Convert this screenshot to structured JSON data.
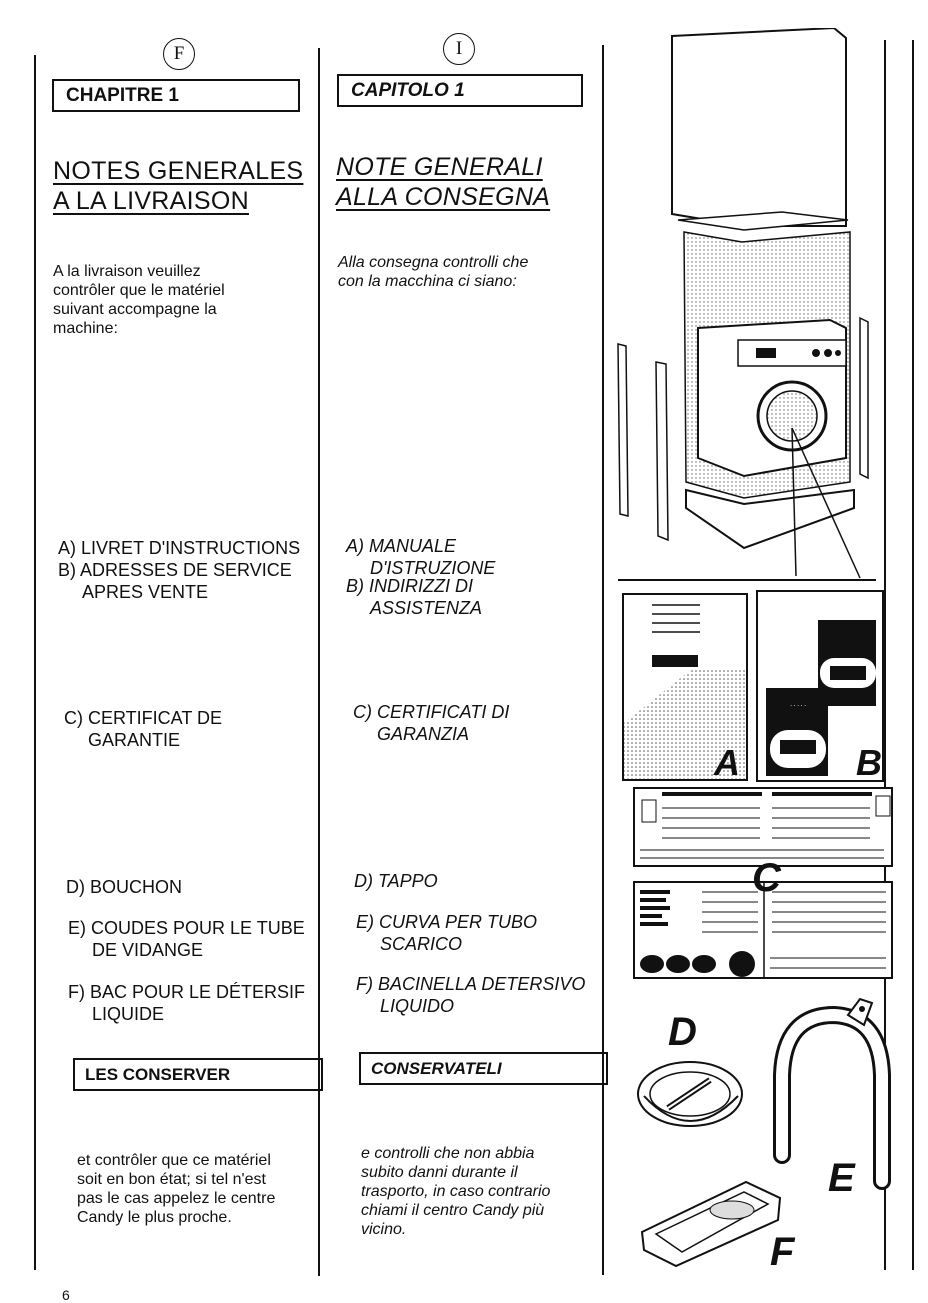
{
  "columns": {
    "fr": {
      "lang_badge": "F",
      "chapter": "CHAPITRE 1",
      "title_line1": "NOTES GENERALES",
      "title_line2": "A LA LIVRAISON",
      "intro": [
        "A la livraison veuillez",
        "contrôler que le matériel",
        "suivant accompagne la",
        "machine:"
      ],
      "items": [
        {
          "main": "A) LIVRET D'INSTRUCTIONS",
          "cont": ""
        },
        {
          "main": "B) ADRESSES DE SERVICE",
          "cont": "APRES VENTE"
        },
        {
          "main": "C) CERTIFICAT DE",
          "cont": "GARANTIE"
        },
        {
          "main": "D) BOUCHON",
          "cont": ""
        },
        {
          "main": "E) COUDES POUR LE TUBE",
          "cont": "DE VIDANGE"
        },
        {
          "main": "F) BAC POUR LE DÉTERSIF",
          "cont": "LIQUIDE"
        }
      ],
      "keep_heading": "LES CONSERVER",
      "outro": [
        "et contrôler que ce matériel",
        "soit en bon état; si tel n'est",
        "pas le cas appelez le centre",
        "Candy le plus proche."
      ]
    },
    "it": {
      "lang_badge": "I",
      "chapter": "CAPITOLO 1",
      "title_line1": "NOTE GENERALI",
      "title_line2": "ALLA CONSEGNA",
      "intro": [
        "Alla consegna controlli che",
        "con la macchina ci siano:"
      ],
      "items": [
        {
          "main": "A) MANUALE",
          "cont": "D'ISTRUZIONE"
        },
        {
          "main": "B) INDIRIZZI DI",
          "cont": "ASSISTENZA"
        },
        {
          "main": "C) CERTIFICATI DI",
          "cont": "GARANZIA"
        },
        {
          "main": "D) TAPPO",
          "cont": ""
        },
        {
          "main": "E) CURVA PER TUBO",
          "cont": "SCARICO"
        },
        {
          "main": "F) BACINELLA DETERSIVO",
          "cont": "LIQUIDO"
        }
      ],
      "keep_heading": "CONSERVATELI",
      "outro": [
        "e controlli che non abbia",
        "subito danni durante il",
        "trasporto, in caso contrario",
        "chiami il centro Candy più",
        "vicino."
      ]
    }
  },
  "illustration": {
    "labels": {
      "A": "A",
      "B": "B",
      "C": "C",
      "D": "D",
      "E": "E",
      "F": "F"
    }
  },
  "page_number": "6"
}
